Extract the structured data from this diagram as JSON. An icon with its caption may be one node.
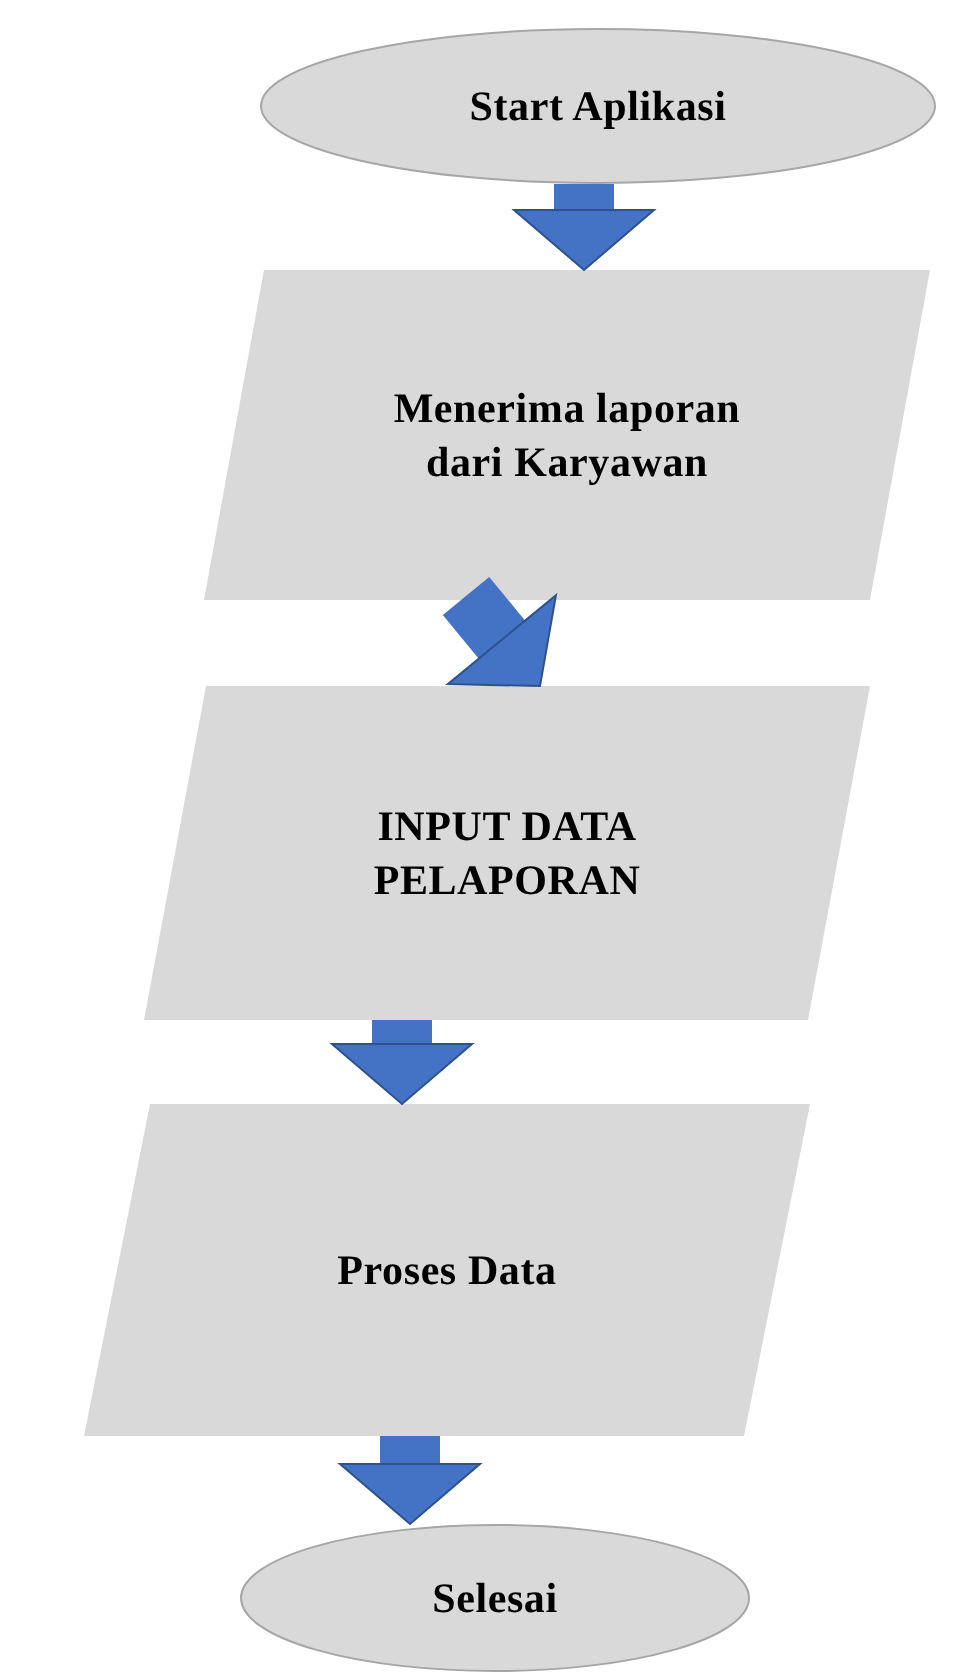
{
  "diagram": {
    "nodes": [
      {
        "text": [
          "Start Aplikasi"
        ]
      },
      {
        "text": [
          "Menerima laporan dari Karyawan"
        ]
      },
      {
        "text": [
          "INPUT DATA PELAPORAN"
        ]
      },
      {
        "text": [
          "Proses Data"
        ]
      },
      {
        "text": [
          "Selesai"
        ]
      }
    ],
    "edges": [
      {
        "from": 0,
        "to": 1,
        "arrow": "to"
      },
      {
        "from": 1,
        "to": 2,
        "arrow": "to"
      },
      {
        "from": 2,
        "to": 3,
        "arrow": "to"
      },
      {
        "from": 3,
        "to": 4,
        "arrow": "to"
      }
    ]
  }
}
